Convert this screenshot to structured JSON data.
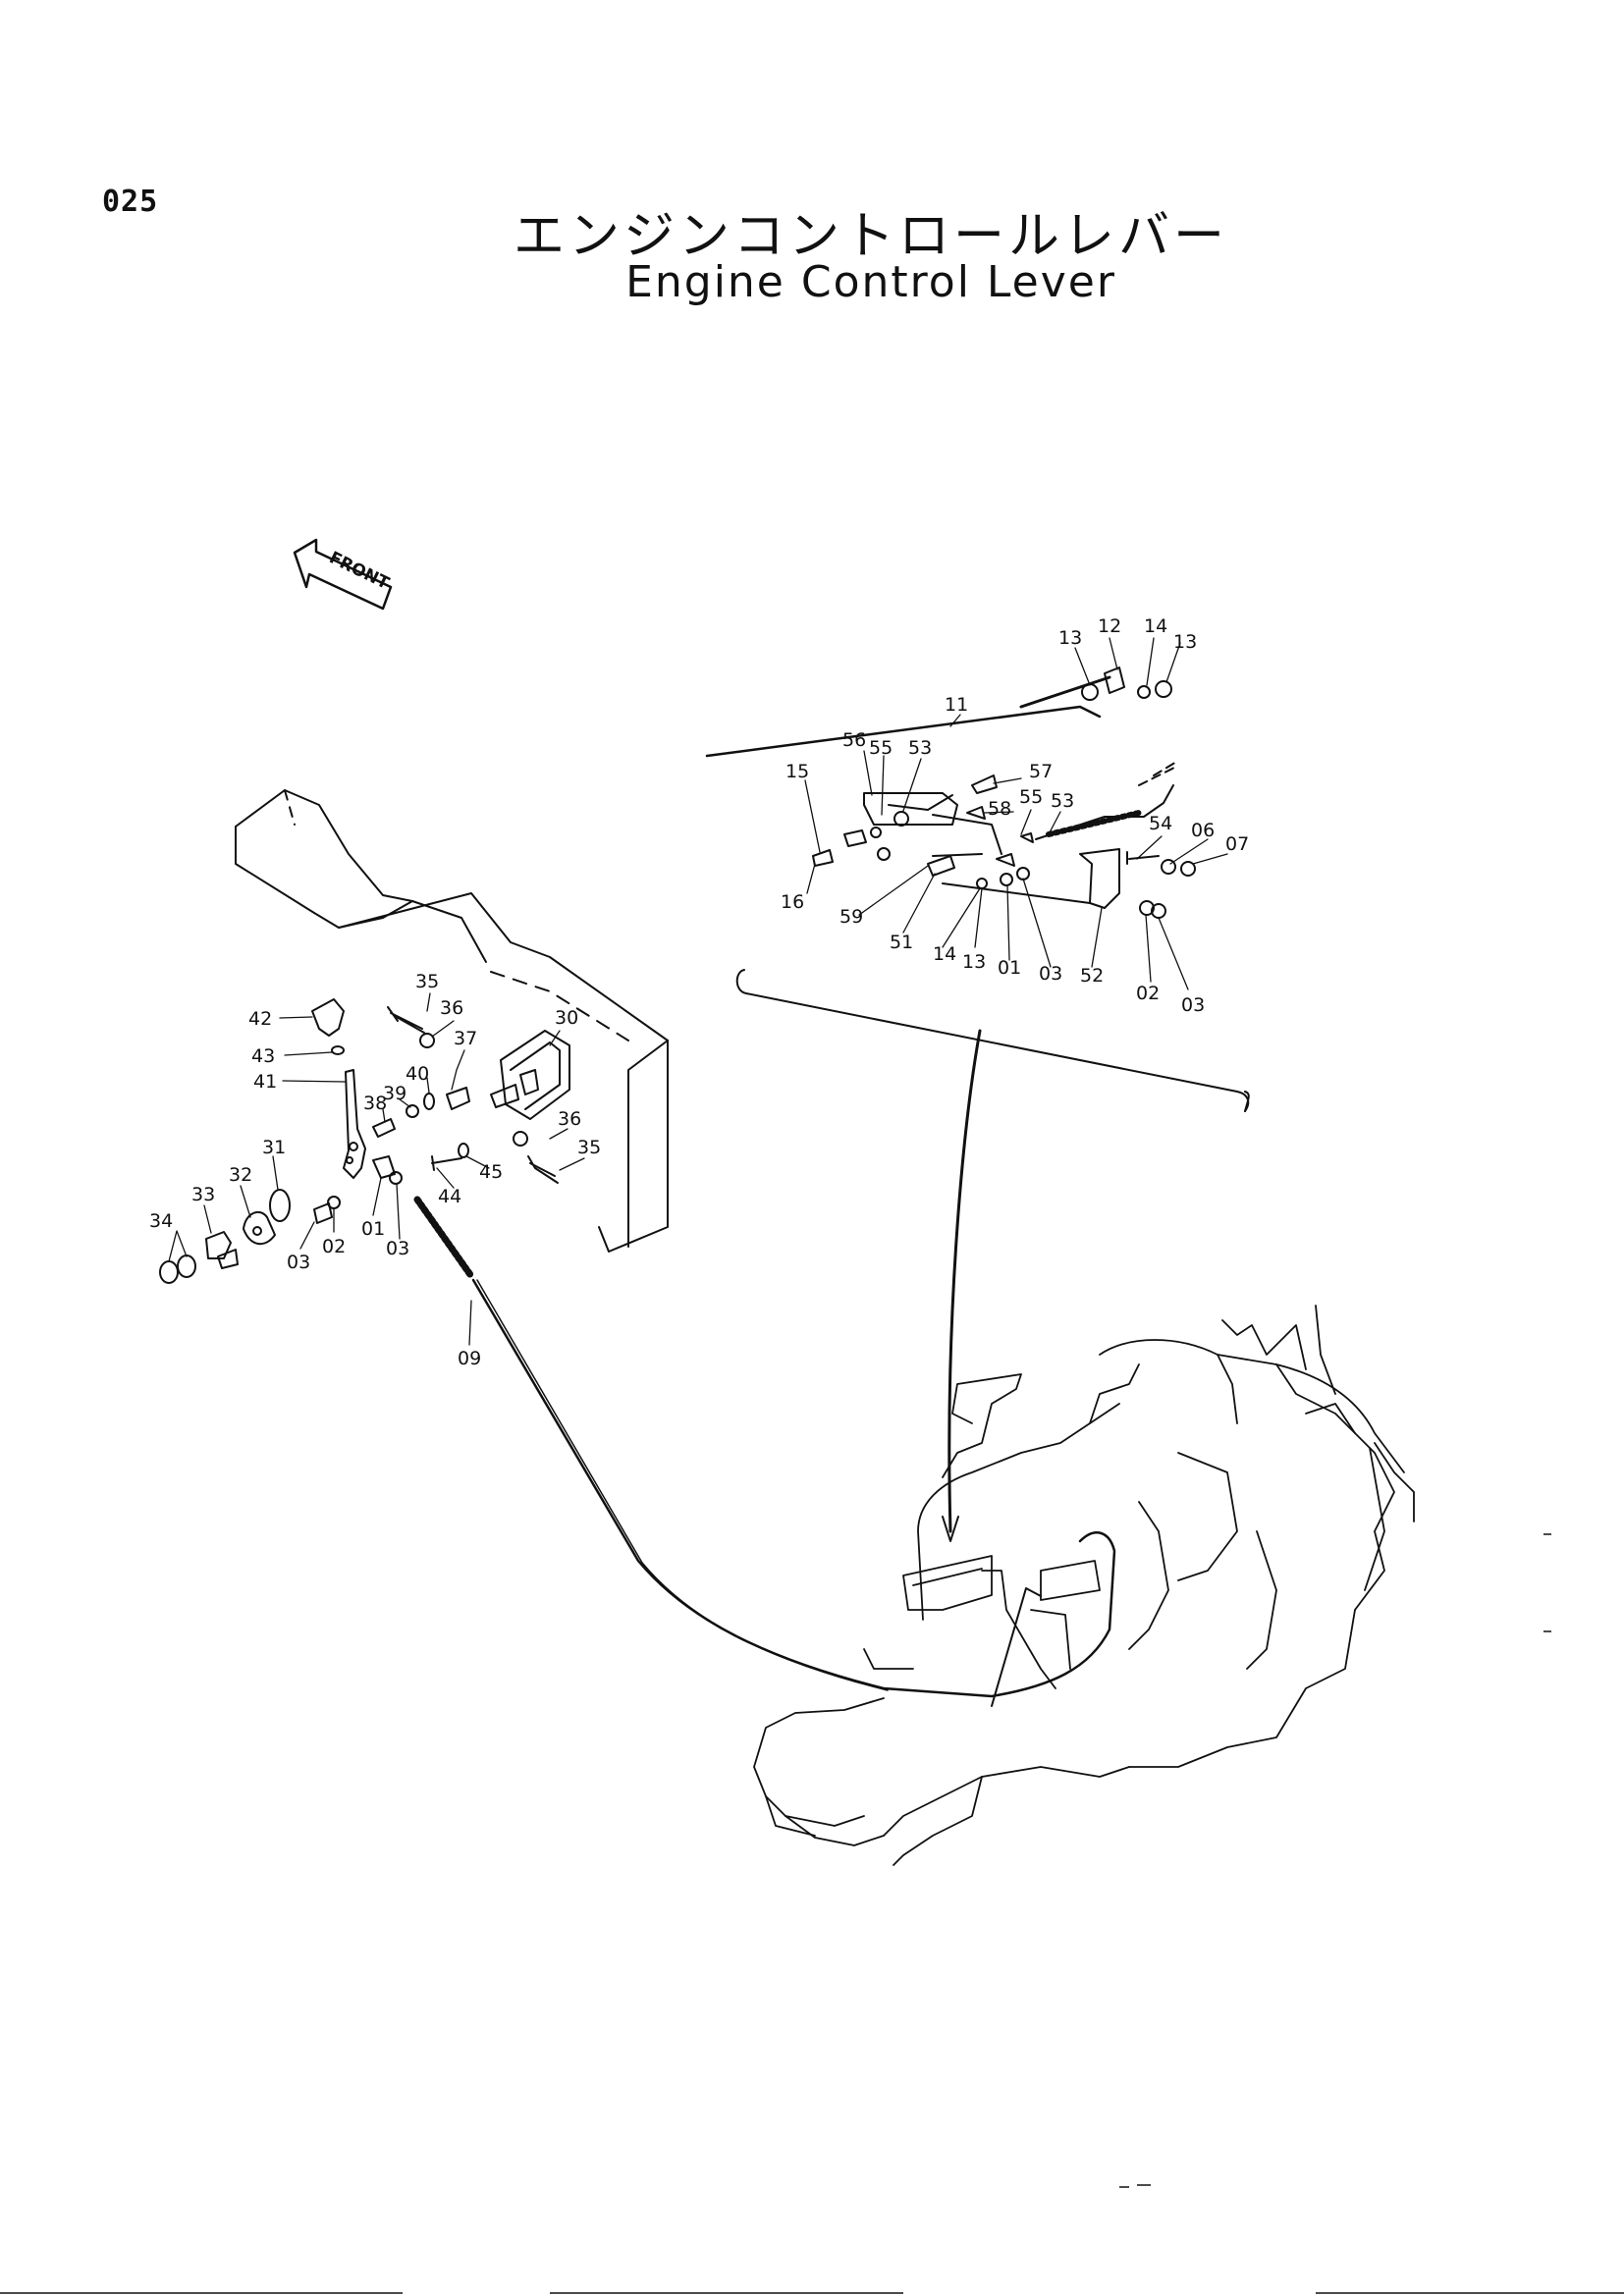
{
  "page_number": "025",
  "title_japanese": "エンジンコントロールレバー",
  "title_english": "Engine Control Lever",
  "front_arrow_label": "FRONT",
  "colors": {
    "ink": "#111111",
    "paper": "#ffffff"
  },
  "callouts": {
    "c42": "42",
    "c43": "43",
    "c41": "41",
    "c35a": "35",
    "c36a": "36",
    "c37": "37",
    "c30": "30",
    "c40": "40",
    "c39": "39",
    "c38": "38",
    "c36b": "36",
    "c35b": "35",
    "c44": "44",
    "c45": "45",
    "c31": "31",
    "c32": "32",
    "c33": "33",
    "c34": "34",
    "c03a": "03",
    "c02a": "02",
    "c01a": "01",
    "c03b": "03",
    "c09": "09",
    "c13a": "13",
    "c12": "12",
    "c14a": "14",
    "c13b": "13",
    "c11": "11",
    "c56": "56",
    "c55a": "55",
    "c53a": "53",
    "c57": "57",
    "c15": "15",
    "c58": "58",
    "c55b": "55",
    "c53b": "53",
    "c54": "54",
    "c06": "06",
    "c07": "07",
    "c16": "16",
    "c59": "59",
    "c51": "51",
    "c14b": "14",
    "c13c": "13",
    "c01b": "01",
    "c03c": "03",
    "c52": "52",
    "c02b": "02",
    "c03d": "03"
  }
}
